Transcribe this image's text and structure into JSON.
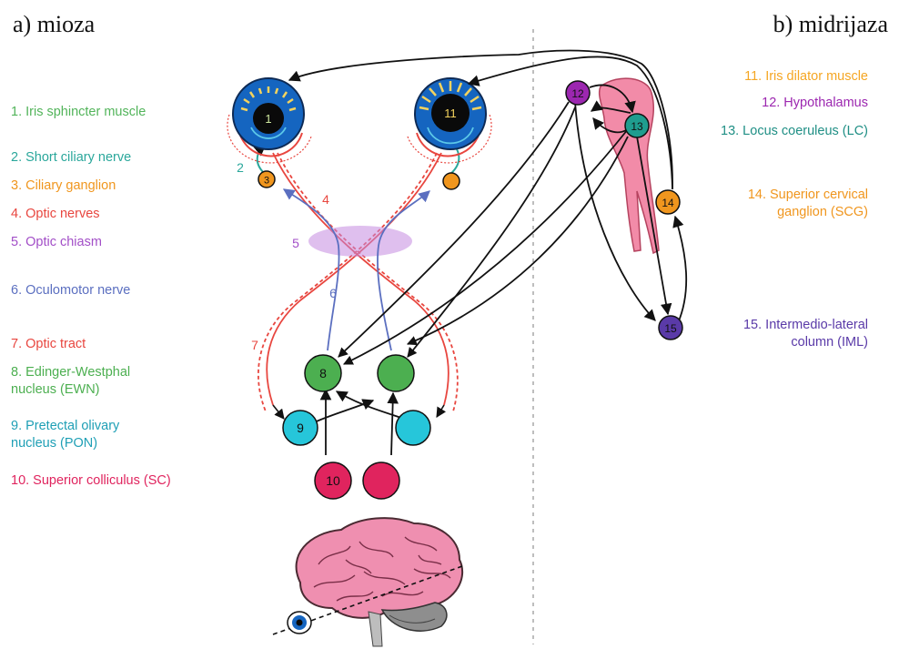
{
  "titles": {
    "left": "a) mioza",
    "right": "b) midrijaza"
  },
  "colors": {
    "sphincter": "#52b45a",
    "ciliary_nerve": "#2aa79b",
    "ganglion": "#f0961e",
    "optic": "#e8463f",
    "chiasm": "#a24ec7",
    "oculomotor": "#5b6fc0",
    "ewn": "#4caf50",
    "pon": "#26c6da",
    "sc": "#e0245e",
    "dilator": "#f5a623",
    "hypothalamus": "#9c27b0",
    "lc": "#26a69a",
    "scg": "#f0961e",
    "iml": "#6a3fb5",
    "brainstem": "#f28ba8",
    "brain": "#ee8fb0"
  },
  "legend_left": [
    {
      "text": "1. Iris sphincter muscle",
      "color": "#52b45a"
    },
    {
      "text": "2. Short ciliary nerve",
      "color": "#2aa79b"
    },
    {
      "text": "3. Ciliary ganglion",
      "color": "#f0961e"
    },
    {
      "text": "4. Optic nerves",
      "color": "#e8463f"
    },
    {
      "text": "5. Optic chiasm",
      "color": "#a24ec7"
    },
    {
      "text": "6. Oculomotor nerve",
      "color": "#5b6fc0"
    },
    {
      "text": "7. Optic tract",
      "color": "#e8463f"
    },
    {
      "text": "8. Edinger-Westphal",
      "text2": "nucleus (EWN)",
      "color": "#4caf50"
    },
    {
      "text": "9. Pretectal olivary",
      "text2": "nucleus (PON)",
      "color": "#1e9fb5"
    },
    {
      "text": "10. Superior colliculus (SC)",
      "color": "#e0245e"
    }
  ],
  "legend_right": [
    {
      "text": "11. Iris dilator muscle",
      "color": "#f5a623"
    },
    {
      "text": "12. Hypothalamus",
      "color": "#9c27b0"
    },
    {
      "text": "13. Locus coeruleus (LC)",
      "color": "#1f8f85"
    },
    {
      "text": "14. Superior cervical",
      "text2": "ganglion (SCG)",
      "color": "#f0961e"
    },
    {
      "text": "15. Intermedio-lateral",
      "text2": "column (IML)",
      "color": "#5a3aa8"
    }
  ],
  "node_labels": {
    "n1": "1",
    "n2": "2",
    "n3": "3",
    "n4": "4",
    "n5": "5",
    "n6": "6",
    "n7": "7",
    "n8": "8",
    "n9": "9",
    "n10": "10",
    "n11": "11",
    "n12": "12",
    "n13": "13",
    "n14": "14",
    "n15": "15"
  }
}
